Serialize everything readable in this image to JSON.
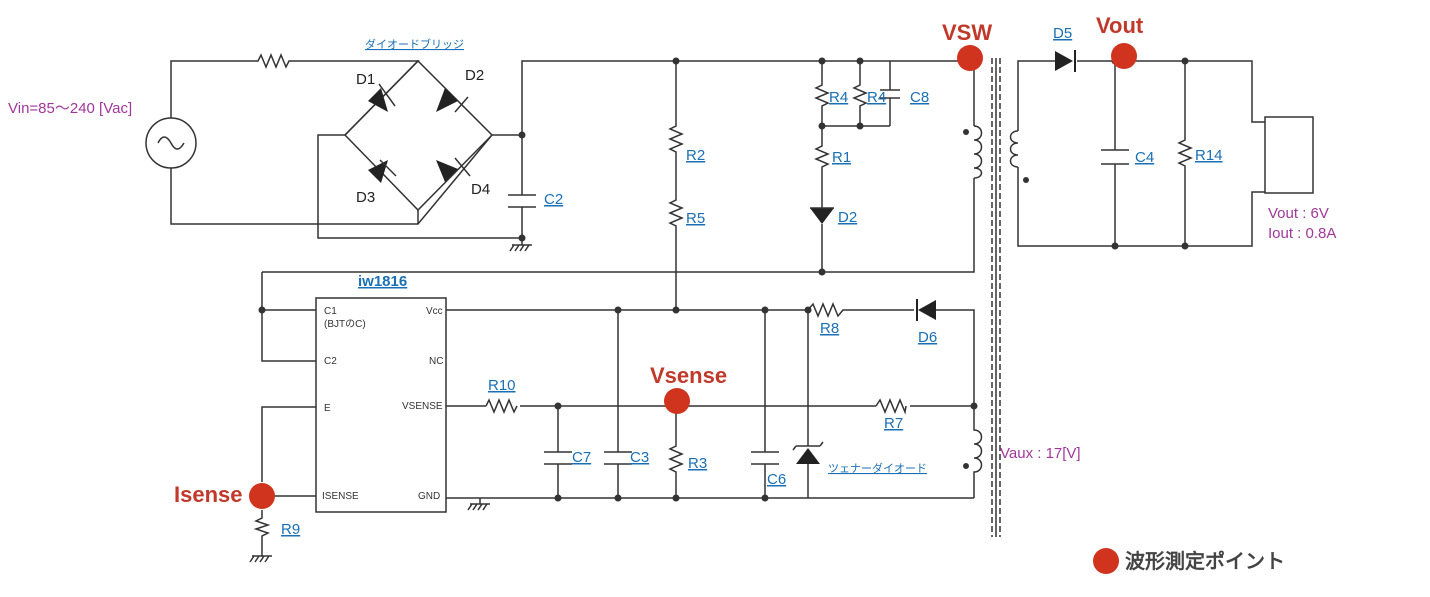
{
  "labels": {
    "bridge": "ダイオードブリッジ",
    "vin": "Vin=85～240 [Vac]",
    "ic": "iw1816",
    "zener": "ツェナーダイオード",
    "vaux": "Vaux : 17[V]",
    "vout_spec": "Vout : 6V",
    "iout_spec": "Iout : 0.8A",
    "legend": "波形測定ポイント"
  },
  "diodes": {
    "d1": "D1",
    "d2": "D2",
    "d3": "D3",
    "d4": "D4",
    "d5": "D5",
    "d6": "D6",
    "d2z": "D2"
  },
  "components": {
    "c2": "C2",
    "r2": "R2",
    "r5": "R5",
    "r4a": "R4",
    "r4b": "R4",
    "c8": "C8",
    "r1": "R1",
    "c4": "C4",
    "r14": "R14",
    "r8": "R8",
    "r10": "R10",
    "c7": "C7",
    "c3": "C3",
    "r3": "R3",
    "c6": "C6",
    "r7": "R7",
    "r9": "R9"
  },
  "ic_pins": {
    "c1": "C1",
    "c1_note": "(BJTのC)",
    "c2": "C2",
    "e": "E",
    "isense": "ISENSE",
    "vcc": "Vcc",
    "nc": "NC",
    "vsense": "VSENSE",
    "gnd": "GND"
  },
  "measure_points": {
    "vsw": "VSW",
    "vout": "Vout",
    "vsense": "Vsense",
    "isense": "Isense"
  },
  "colors": {
    "measure_point": "#d0341e",
    "link_label": "#1a6fb5",
    "spec_text": "#a0379b",
    "wire": "#333333"
  }
}
